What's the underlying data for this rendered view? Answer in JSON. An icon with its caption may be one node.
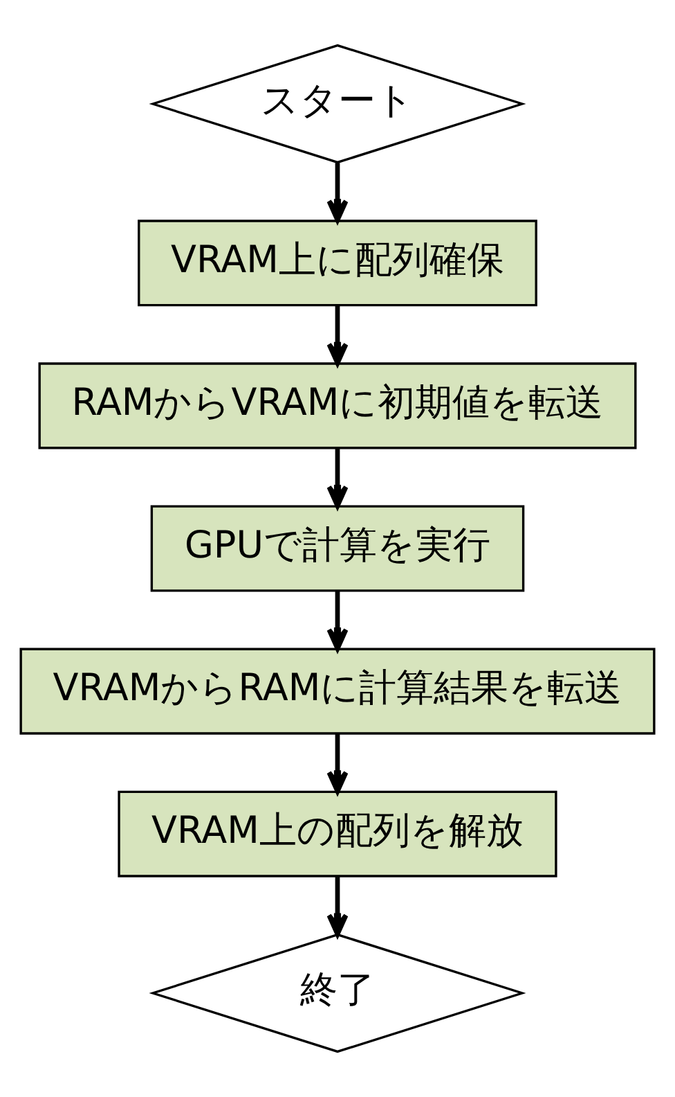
{
  "diagram": {
    "nodes": [
      {
        "text": [
          "スタート"
        ]
      },
      {
        "text": [
          "VRAM上に配列確保"
        ]
      },
      {
        "text": [
          "RAMからVRAMに初期値を転送"
        ]
      },
      {
        "text": [
          "GPUで計算を実行"
        ]
      },
      {
        "text": [
          "VRAMからRAMに計算結果を転送"
        ]
      },
      {
        "text": [
          "VRAM上の配列を解放"
        ]
      },
      {
        "text": [
          "終了"
        ]
      }
    ],
    "edges": [
      {
        "from": 0,
        "to": 1,
        "arrow": "to"
      },
      {
        "from": 1,
        "to": 2,
        "arrow": "to"
      },
      {
        "from": 2,
        "to": 3,
        "arrow": "to"
      },
      {
        "from": 3,
        "to": 4,
        "arrow": "to"
      },
      {
        "from": 4,
        "to": 5,
        "arrow": "to"
      },
      {
        "from": 5,
        "to": 6,
        "arrow": "to"
      }
    ]
  }
}
